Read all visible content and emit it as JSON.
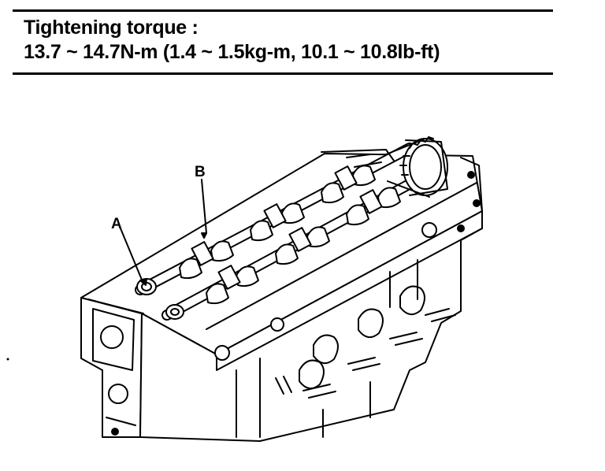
{
  "spec": {
    "line1": "Tightening torque :",
    "line2": "13.7 ~ 14.7N-m (1.4 ~ 1.5kg-m, 10.1 ~ 10.8lb-ft)"
  },
  "figure": {
    "callouts": {
      "a": "A",
      "b": "B"
    },
    "subject": "engine cylinder head with camshafts"
  },
  "colors": {
    "line": "#000000",
    "background": "#ffffff"
  }
}
